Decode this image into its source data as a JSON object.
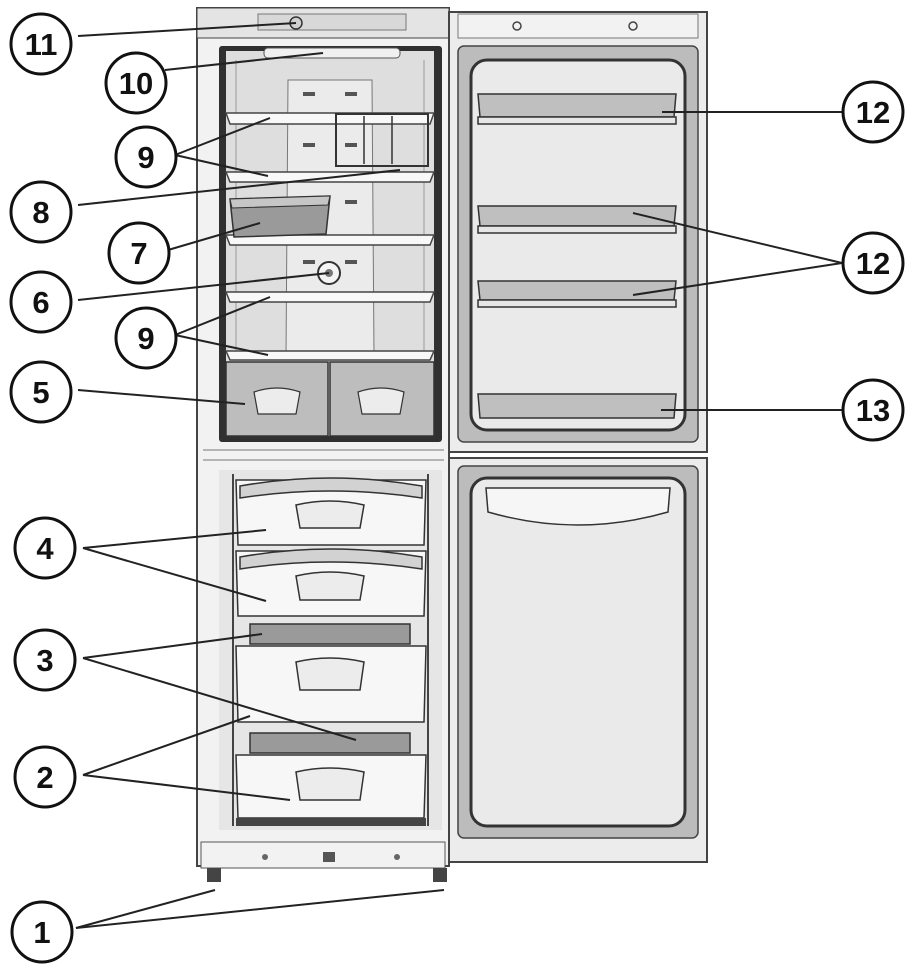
{
  "callouts": [
    {
      "id": "c1",
      "label": "1"
    },
    {
      "id": "c2",
      "label": "2"
    },
    {
      "id": "c3",
      "label": "3"
    },
    {
      "id": "c4",
      "label": "4"
    },
    {
      "id": "c5",
      "label": "5"
    },
    {
      "id": "c6",
      "label": "6"
    },
    {
      "id": "c7",
      "label": "7"
    },
    {
      "id": "c8",
      "label": "8"
    },
    {
      "id": "c9a",
      "label": "9"
    },
    {
      "id": "c9b",
      "label": "9"
    },
    {
      "id": "c10",
      "label": "10"
    },
    {
      "id": "c11",
      "label": "11"
    },
    {
      "id": "c12a",
      "label": "12"
    },
    {
      "id": "c12b",
      "label": "12"
    },
    {
      "id": "c13",
      "label": "13"
    }
  ],
  "colors": {
    "line": "#222222",
    "body_fill": "#eeeeee",
    "cavity_fill": "#dcdcdc",
    "gasket_fill": "#bdbdbd",
    "part_fill": "#f6f6f6",
    "shade_fill": "#c4c4c4",
    "dark_fill": "#8c8c8c"
  }
}
